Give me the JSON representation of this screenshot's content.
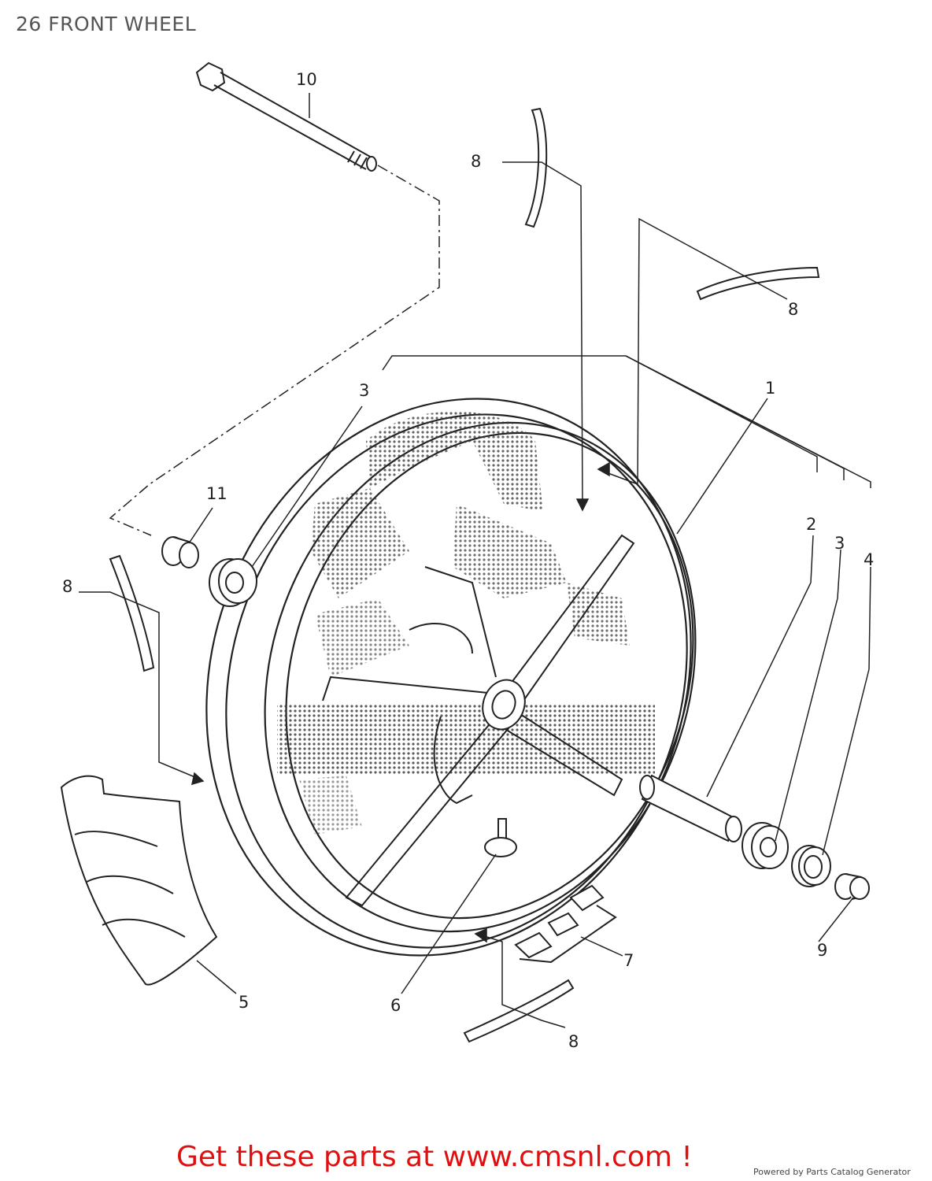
{
  "header": {
    "title": "26 FRONT WHEEL"
  },
  "callouts": {
    "c10": "10",
    "c8_top": "8",
    "c8_right": "8",
    "c3_left": "3",
    "c1": "1",
    "c11": "11",
    "c8_left": "8",
    "c2": "2",
    "c3_right": "3",
    "c4": "4",
    "c7": "7",
    "c9": "9",
    "c5": "5",
    "c6": "6",
    "c8_bottom": "8"
  },
  "footer": {
    "link_text": "Get these parts at www.cmsnl.com !",
    "credit": "Powered by Parts Catalog Generator"
  },
  "colors": {
    "footer_link": "#e01010",
    "line_art": "#222222",
    "title": "#555555"
  }
}
